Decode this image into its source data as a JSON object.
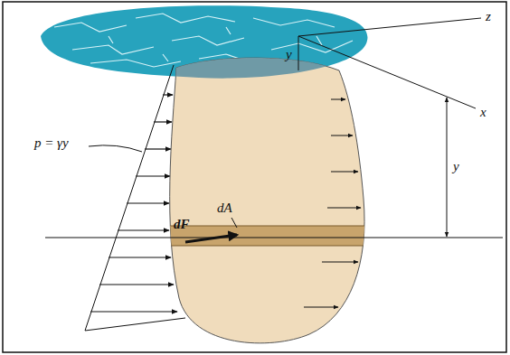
{
  "diagram": {
    "labels": [
      "z",
      "x",
      "y",
      "y",
      "p = γy",
      "dA",
      "dF"
    ]
  }
}
